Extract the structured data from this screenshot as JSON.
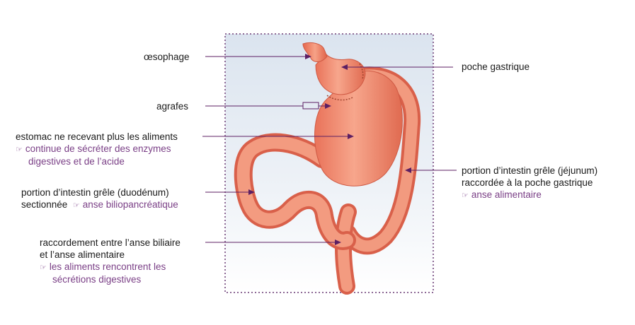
{
  "pointer_glyph": "☞",
  "colors": {
    "frame_border": "#8e6a96",
    "panel_top": "#dde6f1",
    "panel_bottom": "#ffffff",
    "organ": "#f08a6e",
    "organ_shadow": "#d9604a",
    "arrow": "#5c1f63",
    "purple_text": "#7a3f86"
  },
  "labels": {
    "oesophage": "œsophage",
    "agrafes": "agrafes",
    "poche": "poche gastrique",
    "estomac": {
      "line1": "estomac ne recevant plus les aliments",
      "note1": "continue de sécréter des enzymes",
      "note2": "digestives et de l’acide"
    },
    "duodenum": {
      "line1": "portion d’intestin grêle (duodénum)",
      "line2": "sectionnée",
      "note": "anse biliopancréatique"
    },
    "jejunum": {
      "line1": "portion d’intestin grêle (jéjunum)",
      "line2": "raccordée à la poche gastrique",
      "note": "anse alimentaire"
    },
    "raccordement": {
      "line1": "raccordement entre l’anse biliaire",
      "line2": "et l’anse alimentaire",
      "note1": "les aliments rencontrent les",
      "note2": "sécrétions digestives"
    }
  }
}
